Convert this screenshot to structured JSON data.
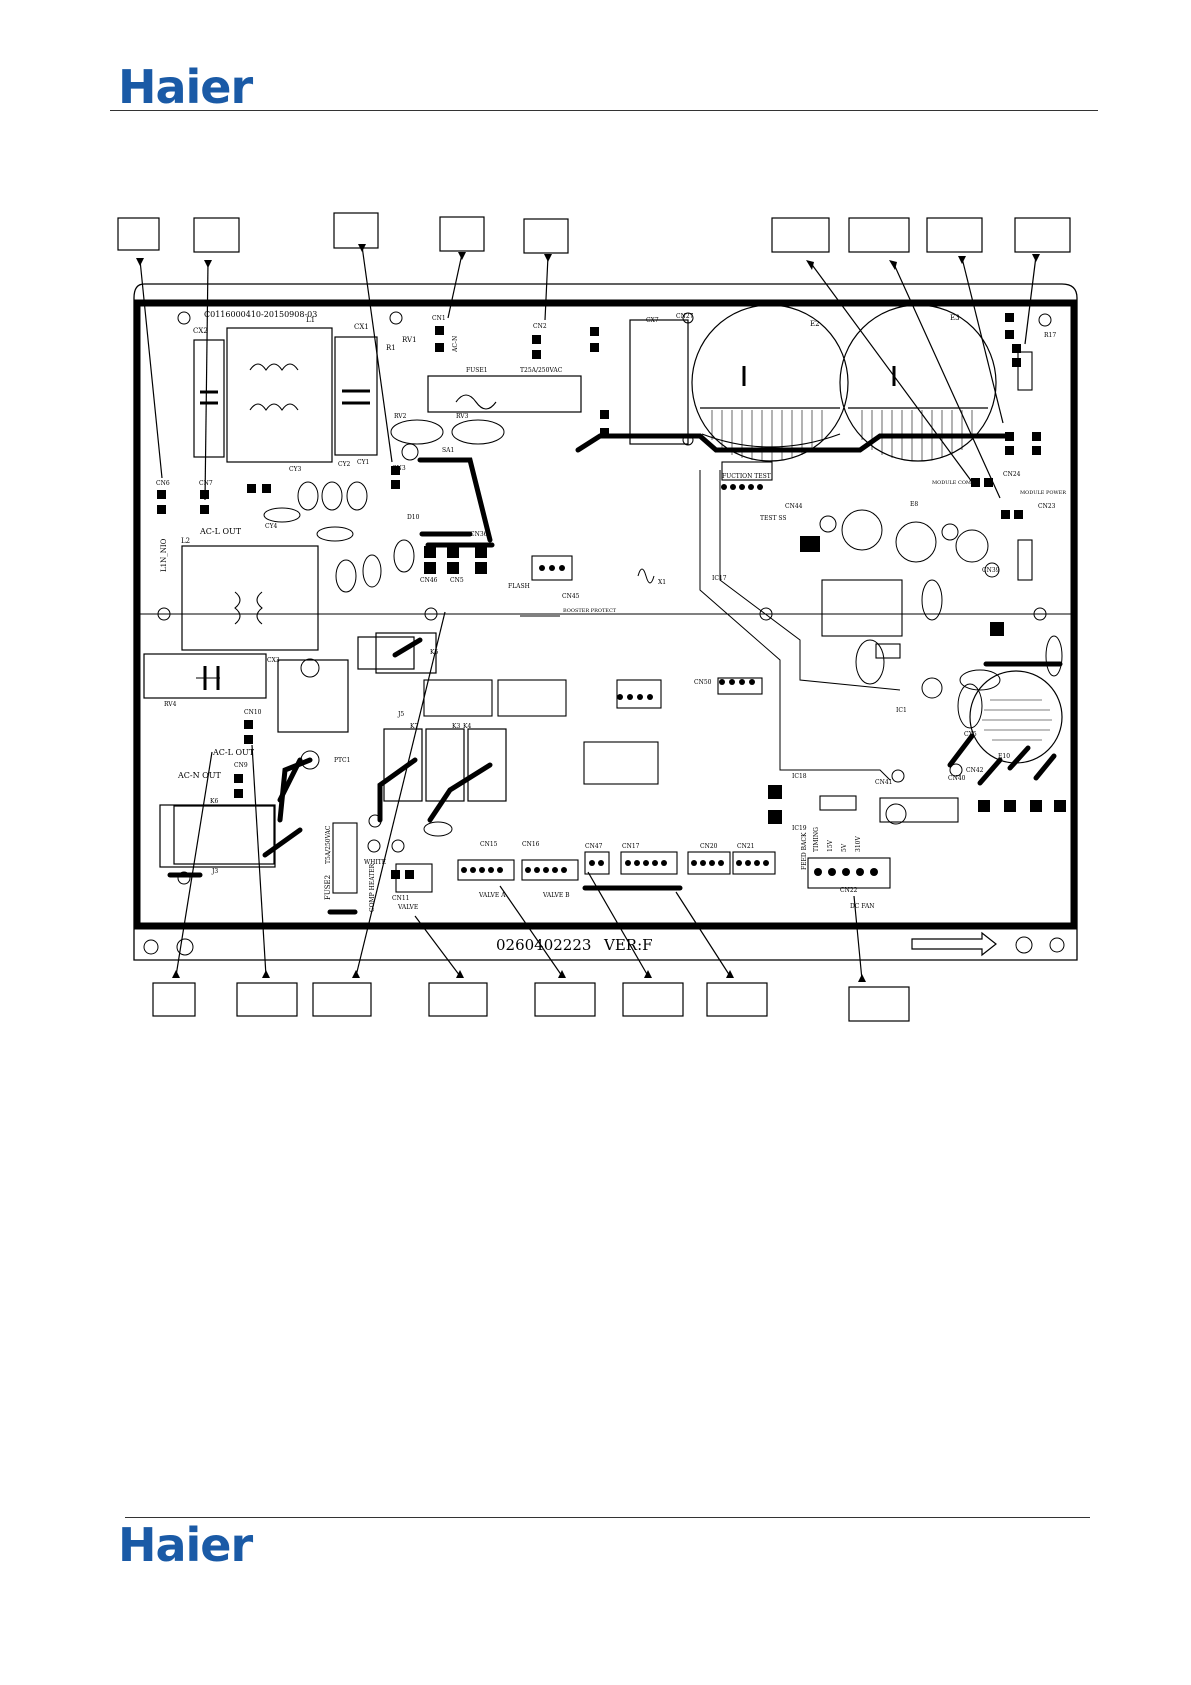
{
  "header": {
    "logo": "Haier"
  },
  "footer": {
    "logo": "Haier"
  },
  "board": {
    "board_id": "C0116000410-20150908-03",
    "part_number": "0260402223",
    "version": "VER:F",
    "labels": {
      "cx2": "CX2",
      "l1": "L1",
      "cx1": "CX1",
      "rv1": "RV1",
      "r1": "R1",
      "cn1": "CN1",
      "ac_n_top": "AC-N",
      "cn2": "CN2",
      "cn3": "CN3",
      "fuse1": "FUSE1",
      "fuse1_rating": "T25A/250VAC",
      "cx7": "CX7",
      "cn27": "CN27",
      "e2": "E2",
      "e3": "E3",
      "r17": "R17",
      "rv2": "RV2",
      "rv3": "RV3",
      "sa1": "SA1",
      "cy3": "CY3",
      "cy2": "CY2",
      "cy1": "CY1",
      "cy4": "CY4",
      "cn6": "CN6",
      "cn7": "CN7",
      "ac_l_out": "AC-L OUT",
      "ac_l_out2": "AC-L OUT",
      "ac_n_out": "AC-N OUT",
      "l2": "L2",
      "cx3": "CX3",
      "rv4": "RV4",
      "cn10": "CN10",
      "cn9": "CN9",
      "k6": "K6",
      "j3": "J3",
      "ptc1": "PTC1",
      "k5": "K5",
      "k7": "K7",
      "k3": "K3",
      "k4": "K4",
      "j5": "J5",
      "fuse2_rating": "T5A/250VAC",
      "fuse2": "FUSE2",
      "comp_heater": "COMP HEATER",
      "valve": "VALVE",
      "cn11": "CN11",
      "white": "WHITE",
      "cn15": "CN15",
      "valve_a": "VALVE A",
      "cn16": "CN16",
      "valve_b": "VALVE B",
      "cn47": "CN47",
      "cn17": "CN17",
      "cn20": "CN20",
      "cn21": "CN21",
      "cn22": "CN22",
      "dc_fan": "DC FAN",
      "feed_back": "FEED BACK",
      "fan_pins": [
        "TIMING",
        "15V",
        "5V",
        "310V"
      ],
      "flash": "FLASH",
      "cn45": "CN45",
      "booster_protect": "BOOSTER PROTECT",
      "fuction_test": "FUCTION TEST",
      "test_ss": "TEST SS",
      "module_com": "MODULE COM",
      "module_power": "MODULE POWER",
      "cn24": "CN24",
      "cn23": "CN23",
      "cn39": "CN39",
      "cn41": "CN41",
      "cn40": "CN40",
      "cn42": "CN42",
      "e8": "E8",
      "e10": "E10",
      "cx5": "CX5",
      "ic17": "IC17",
      "ic18": "IC18",
      "ic19": "IC19",
      "x1": "X1",
      "cn44": "CN44",
      "cn50": "CN50",
      "cn36": "CN36",
      "cn46": "CN46",
      "cn5": "CN5",
      "ic1": "IC1",
      "d10": "D10"
    }
  },
  "callouts": {
    "top": [
      "",
      "",
      "",
      "",
      "",
      "",
      "",
      "",
      ""
    ],
    "bottom": [
      "",
      "",
      "",
      "",
      "",
      "",
      "",
      ""
    ]
  }
}
